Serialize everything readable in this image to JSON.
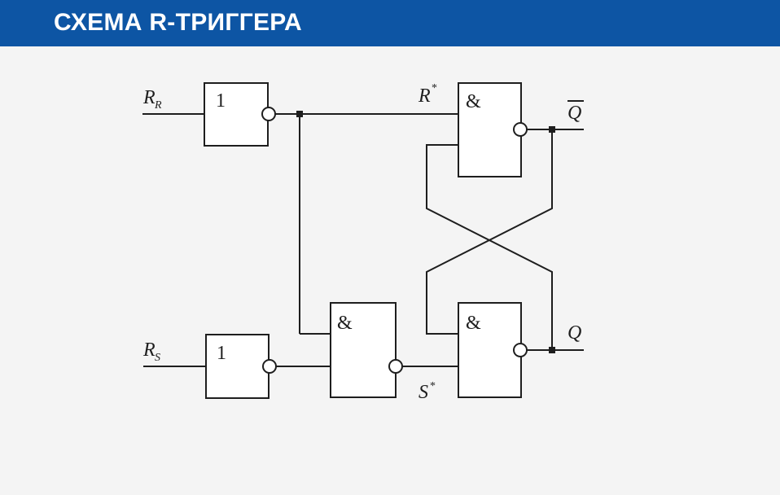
{
  "header": {
    "title": "СХЕМА R-ТРИГГЕРА"
  },
  "colors": {
    "header_bg": "#0d55a4",
    "header_text": "#ffffff",
    "background": "#f4f4f4",
    "line": "#1e1e1e"
  },
  "diagram": {
    "gates": {
      "inv_r": "1",
      "inv_s": "1",
      "and_s": "&",
      "and_top": "&",
      "and_bottom": "&"
    },
    "signals": {
      "rr_main": "R",
      "rr_sub": "R",
      "rs_main": "R",
      "rs_sub": "S",
      "rstar_main": "R",
      "rstar_sup": "*",
      "sstar_main": "S",
      "sstar_sup": "*",
      "qbar": "Q",
      "q": "Q"
    }
  }
}
